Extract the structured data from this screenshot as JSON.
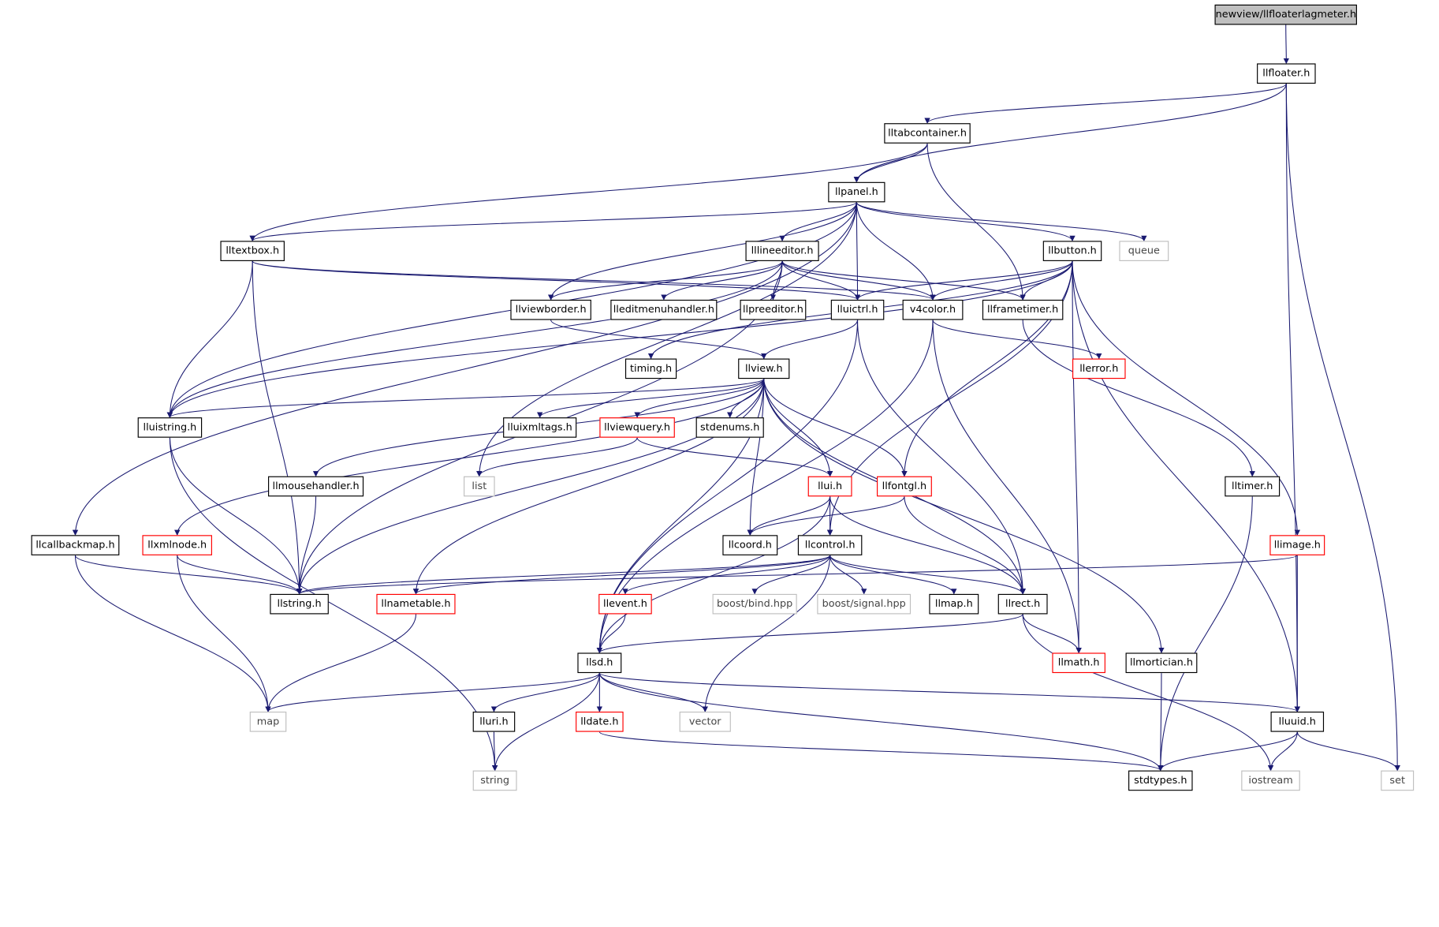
{
  "nodes": [
    {
      "id": "floaterlagmeter",
      "label": "newview/llfloaterlagmeter.h",
      "style": "focus"
    },
    {
      "id": "floater",
      "label": "llfloater.h",
      "style": "normal"
    },
    {
      "id": "tabcontainer",
      "label": "lltabcontainer.h",
      "style": "normal"
    },
    {
      "id": "panel",
      "label": "llpanel.h",
      "style": "normal"
    },
    {
      "id": "textbox",
      "label": "lltextbox.h",
      "style": "normal"
    },
    {
      "id": "lineeditor",
      "label": "lllineeditor.h",
      "style": "normal"
    },
    {
      "id": "button",
      "label": "llbutton.h",
      "style": "normal"
    },
    {
      "id": "queue",
      "label": "queue",
      "style": "ext"
    },
    {
      "id": "viewborder",
      "label": "llviewborder.h",
      "style": "normal"
    },
    {
      "id": "editmenuhandler",
      "label": "lleditmenuhandler.h",
      "style": "normal"
    },
    {
      "id": "preeditor",
      "label": "llpreeditor.h",
      "style": "normal"
    },
    {
      "id": "uictrl",
      "label": "lluictrl.h",
      "style": "normal"
    },
    {
      "id": "v4color",
      "label": "v4color.h",
      "style": "normal"
    },
    {
      "id": "frametimer",
      "label": "llframetimer.h",
      "style": "normal"
    },
    {
      "id": "timing",
      "label": "timing.h",
      "style": "normal"
    },
    {
      "id": "view",
      "label": "llview.h",
      "style": "normal"
    },
    {
      "id": "error",
      "label": "llerror.h",
      "style": "red"
    },
    {
      "id": "uistring",
      "label": "lluistring.h",
      "style": "normal"
    },
    {
      "id": "uixmltags",
      "label": "lluixmltags.h",
      "style": "normal"
    },
    {
      "id": "viewquery",
      "label": "llviewquery.h",
      "style": "red"
    },
    {
      "id": "stdenums",
      "label": "stdenums.h",
      "style": "normal"
    },
    {
      "id": "mousehandler",
      "label": "llmousehandler.h",
      "style": "normal"
    },
    {
      "id": "list",
      "label": "list",
      "style": "ext"
    },
    {
      "id": "ui",
      "label": "llui.h",
      "style": "red"
    },
    {
      "id": "fontgl",
      "label": "llfontgl.h",
      "style": "red"
    },
    {
      "id": "timer",
      "label": "lltimer.h",
      "style": "normal"
    },
    {
      "id": "callbackmap",
      "label": "llcallbackmap.h",
      "style": "normal"
    },
    {
      "id": "xmlnode",
      "label": "llxmlnode.h",
      "style": "red"
    },
    {
      "id": "coord",
      "label": "llcoord.h",
      "style": "normal"
    },
    {
      "id": "control",
      "label": "llcontrol.h",
      "style": "normal"
    },
    {
      "id": "image",
      "label": "llimage.h",
      "style": "red"
    },
    {
      "id": "llstring",
      "label": "llstring.h",
      "style": "normal"
    },
    {
      "id": "nametable",
      "label": "llnametable.h",
      "style": "red"
    },
    {
      "id": "event",
      "label": "llevent.h",
      "style": "red"
    },
    {
      "id": "boostbind",
      "label": "boost/bind.hpp",
      "style": "ext"
    },
    {
      "id": "boostsignal",
      "label": "boost/signal.hpp",
      "style": "ext"
    },
    {
      "id": "map_h",
      "label": "llmap.h",
      "style": "normal"
    },
    {
      "id": "rect",
      "label": "llrect.h",
      "style": "normal"
    },
    {
      "id": "sd",
      "label": "llsd.h",
      "style": "normal"
    },
    {
      "id": "llmath",
      "label": "llmath.h",
      "style": "red"
    },
    {
      "id": "mortician",
      "label": "llmortician.h",
      "style": "normal"
    },
    {
      "id": "stdmap",
      "label": "map",
      "style": "ext"
    },
    {
      "id": "uri",
      "label": "lluri.h",
      "style": "normal"
    },
    {
      "id": "date",
      "label": "lldate.h",
      "style": "red"
    },
    {
      "id": "vector",
      "label": "vector",
      "style": "ext"
    },
    {
      "id": "uuid",
      "label": "lluuid.h",
      "style": "normal"
    },
    {
      "id": "stdstring",
      "label": "string",
      "style": "ext"
    },
    {
      "id": "stdtypes",
      "label": "stdtypes.h",
      "style": "normal"
    },
    {
      "id": "iostream",
      "label": "iostream",
      "style": "ext"
    },
    {
      "id": "set",
      "label": "set",
      "style": "ext"
    }
  ],
  "edges": [
    [
      "floaterlagmeter",
      "floater"
    ],
    [
      "floater",
      "tabcontainer"
    ],
    [
      "floater",
      "panel"
    ],
    [
      "floater",
      "uuid"
    ],
    [
      "floater",
      "set"
    ],
    [
      "tabcontainer",
      "panel"
    ],
    [
      "tabcontainer",
      "textbox"
    ],
    [
      "tabcontainer",
      "frametimer"
    ],
    [
      "panel",
      "textbox"
    ],
    [
      "panel",
      "lineeditor"
    ],
    [
      "panel",
      "button"
    ],
    [
      "panel",
      "queue"
    ],
    [
      "panel",
      "viewborder"
    ],
    [
      "panel",
      "uictrl"
    ],
    [
      "panel",
      "v4color"
    ],
    [
      "panel",
      "uistring"
    ],
    [
      "panel",
      "callbackmap"
    ],
    [
      "panel",
      "list"
    ],
    [
      "textbox",
      "uistring"
    ],
    [
      "textbox",
      "llstring"
    ],
    [
      "textbox",
      "uictrl"
    ],
    [
      "textbox",
      "v4color"
    ],
    [
      "lineeditor",
      "viewborder"
    ],
    [
      "lineeditor",
      "editmenuhandler"
    ],
    [
      "lineeditor",
      "preeditor"
    ],
    [
      "lineeditor",
      "uictrl"
    ],
    [
      "lineeditor",
      "v4color"
    ],
    [
      "lineeditor",
      "frametimer"
    ],
    [
      "lineeditor",
      "uistring"
    ],
    [
      "lineeditor",
      "llstring"
    ],
    [
      "button",
      "uictrl"
    ],
    [
      "button",
      "v4color"
    ],
    [
      "button",
      "frametimer"
    ],
    [
      "button",
      "image"
    ],
    [
      "button",
      "uuid"
    ],
    [
      "button",
      "fontgl"
    ],
    [
      "button",
      "control"
    ],
    [
      "button",
      "timing"
    ],
    [
      "button",
      "uistring"
    ],
    [
      "button",
      "llmath"
    ],
    [
      "viewborder",
      "view"
    ],
    [
      "uictrl",
      "view"
    ],
    [
      "uictrl",
      "rect"
    ],
    [
      "uictrl",
      "sd"
    ],
    [
      "v4color",
      "error"
    ],
    [
      "v4color",
      "llmath"
    ],
    [
      "v4color",
      "sd"
    ],
    [
      "frametimer",
      "timer"
    ],
    [
      "view",
      "uistring"
    ],
    [
      "view",
      "uixmltags"
    ],
    [
      "view",
      "viewquery"
    ],
    [
      "view",
      "stdenums"
    ],
    [
      "view",
      "mousehandler"
    ],
    [
      "view",
      "ui"
    ],
    [
      "view",
      "fontgl"
    ],
    [
      "view",
      "xmlnode"
    ],
    [
      "view",
      "coord"
    ],
    [
      "view",
      "llstring"
    ],
    [
      "view",
      "nametable"
    ],
    [
      "view",
      "rect"
    ],
    [
      "view",
      "mortician"
    ],
    [
      "view",
      "sd"
    ],
    [
      "uistring",
      "llstring"
    ],
    [
      "uistring",
      "stdstring"
    ],
    [
      "viewquery",
      "list"
    ],
    [
      "viewquery",
      "ui"
    ],
    [
      "mousehandler",
      "llstring"
    ],
    [
      "ui",
      "coord"
    ],
    [
      "ui",
      "control"
    ],
    [
      "ui",
      "rect"
    ],
    [
      "ui",
      "sd"
    ],
    [
      "fontgl",
      "coord"
    ],
    [
      "fontgl",
      "rect"
    ],
    [
      "timer",
      "stdtypes"
    ],
    [
      "callbackmap",
      "stdmap"
    ],
    [
      "callbackmap",
      "llstring"
    ],
    [
      "xmlnode",
      "llstring"
    ],
    [
      "xmlnode",
      "stdmap"
    ],
    [
      "control",
      "llstring"
    ],
    [
      "control",
      "nametable"
    ],
    [
      "control",
      "event"
    ],
    [
      "control",
      "boostbind"
    ],
    [
      "control",
      "boostsignal"
    ],
    [
      "control",
      "map_h"
    ],
    [
      "control",
      "rect"
    ],
    [
      "control",
      "vector"
    ],
    [
      "image",
      "uuid"
    ],
    [
      "image",
      "llstring"
    ],
    [
      "nametable",
      "stdmap"
    ],
    [
      "event",
      "sd"
    ],
    [
      "rect",
      "sd"
    ],
    [
      "rect",
      "llmath"
    ],
    [
      "rect",
      "iostream"
    ],
    [
      "mortician",
      "stdtypes"
    ],
    [
      "sd",
      "stdmap"
    ],
    [
      "sd",
      "uri"
    ],
    [
      "sd",
      "date"
    ],
    [
      "sd",
      "vector"
    ],
    [
      "sd",
      "stdstring"
    ],
    [
      "sd",
      "uuid"
    ],
    [
      "sd",
      "stdtypes"
    ],
    [
      "uri",
      "stdstring"
    ],
    [
      "date",
      "stdtypes"
    ],
    [
      "uuid",
      "stdtypes"
    ],
    [
      "uuid",
      "iostream"
    ],
    [
      "uuid",
      "set"
    ]
  ],
  "colors": {
    "edge": "#191970",
    "focus_fill": "#bfbfbf",
    "ext_border": "#bfbfbf",
    "red_border": "#ff0000"
  }
}
